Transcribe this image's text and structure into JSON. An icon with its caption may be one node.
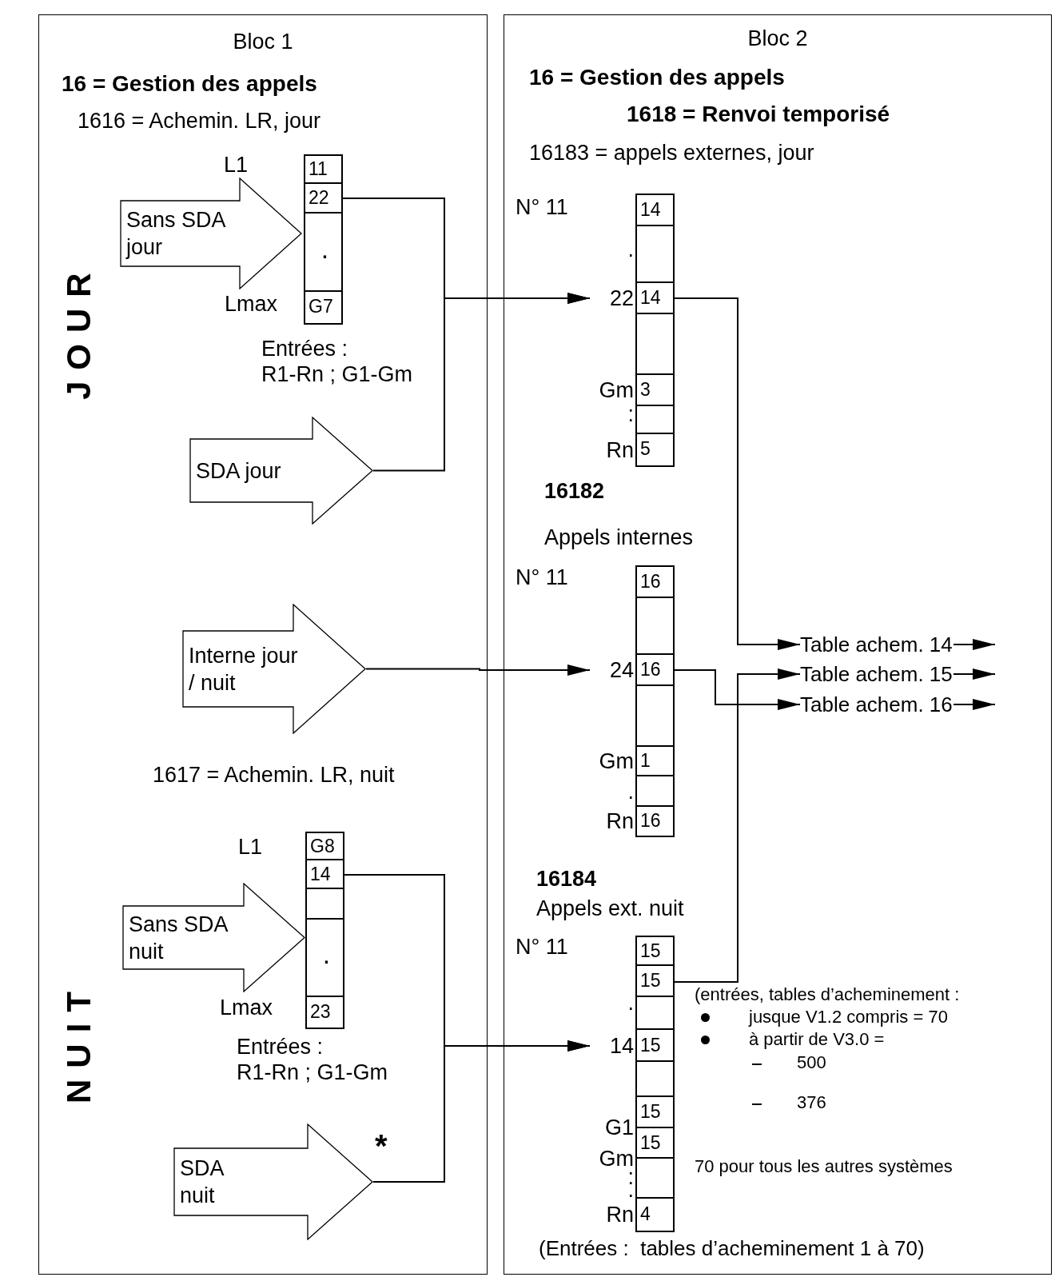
{
  "diagram": {
    "nodes": [
      {
        "text": [
          "Bloc 1"
        ]
      },
      {
        "text": [
          "Bloc 2"
        ]
      },
      {
        "text": [
          "11",
          "22",
          ".",
          "G7"
        ],
        "in": 0
      },
      {
        "text": [
          "Sans SDA jour"
        ],
        "in": 0
      },
      {
        "text": [
          "SDA jour"
        ],
        "in": 0
      },
      {
        "text": [
          "Interne jour / nuit"
        ],
        "in": 0
      },
      {
        "text": [
          "G8",
          "14",
          ".",
          "23"
        ],
        "in": 0
      },
      {
        "text": [
          "Sans SDA nuit"
        ],
        "in": 0
      },
      {
        "text": [
          "SDA nuit"
        ],
        "in": 0,
        "beside": [
          "*"
        ]
      },
      {
        "text": [
          "14",
          "14",
          "3",
          "5"
        ],
        "in": 1,
        "beside": [
          ".",
          "22",
          "Gm",
          ":",
          "Rn"
        ]
      },
      {
        "text": [
          "16",
          "16",
          "1",
          "16"
        ],
        "in": 1,
        "beside": [
          "24",
          "Gm",
          ".",
          "Rn"
        ]
      },
      {
        "text": [
          "15",
          "15",
          "15",
          "15",
          "15",
          "4"
        ],
        "in": 1,
        "beside": [
          ".",
          "14",
          "G1",
          "Gm",
          ":",
          ".",
          "Rn"
        ]
      },
      {
        "text": [
          "Table achem. 14"
        ],
        "in": 1
      },
      {
        "text": [
          "Table achem. 15"
        ],
        "in": 1
      },
      {
        "text": [
          "Table achem. 16"
        ],
        "in": 1
      }
    ],
    "edges": [
      {
        "from": 2,
        "to": 9,
        "arrow": "to"
      },
      {
        "from": 4,
        "to": 9,
        "arrow": "to"
      },
      {
        "from": 9,
        "to": 12,
        "arrow": "to"
      },
      {
        "from": 5,
        "to": 10,
        "arrow": "to"
      },
      {
        "from": 10,
        "to": 14,
        "arrow": "to"
      },
      {
        "from": 11,
        "to": 13,
        "arrow": "to"
      },
      {
        "from": 6,
        "to": 11,
        "arrow": "to"
      },
      {
        "from": 8,
        "to": 11,
        "arrow": "to"
      },
      {
        "from": 12,
        "to": null,
        "arrow": "to"
      },
      {
        "from": 13,
        "to": null,
        "arrow": "to"
      },
      {
        "from": 14,
        "to": null,
        "arrow": "to"
      }
    ],
    "labels": [
      "JOUR",
      "16 = Gestion des appels",
      "1616 = Achemin. LR, jour",
      "L1",
      "Lmax",
      "Entrées : R1-Rn ; G1-Gm",
      "1617 = Achemin. LR, nuit",
      "L1",
      "Lmax",
      "Entrées : R1-Rn ; G1-Gm",
      "NUIT",
      "16 = Gestion des appels",
      "1618 = Renvoi temporisé",
      "16183 = appels externes, jour",
      "N° 11",
      "16182",
      "Appels internes",
      "N° 11",
      "16184",
      "Appels ext. nuit",
      "N° 11",
      "(entrées, tables d’acheminement :",
      "jusque V1.2 compris = 70",
      "à partir de V3.0 =",
      "500",
      "376",
      "70 pour tous les autres systèmes",
      "(Entrées :  tables d’acheminement 1 à 70)"
    ]
  }
}
